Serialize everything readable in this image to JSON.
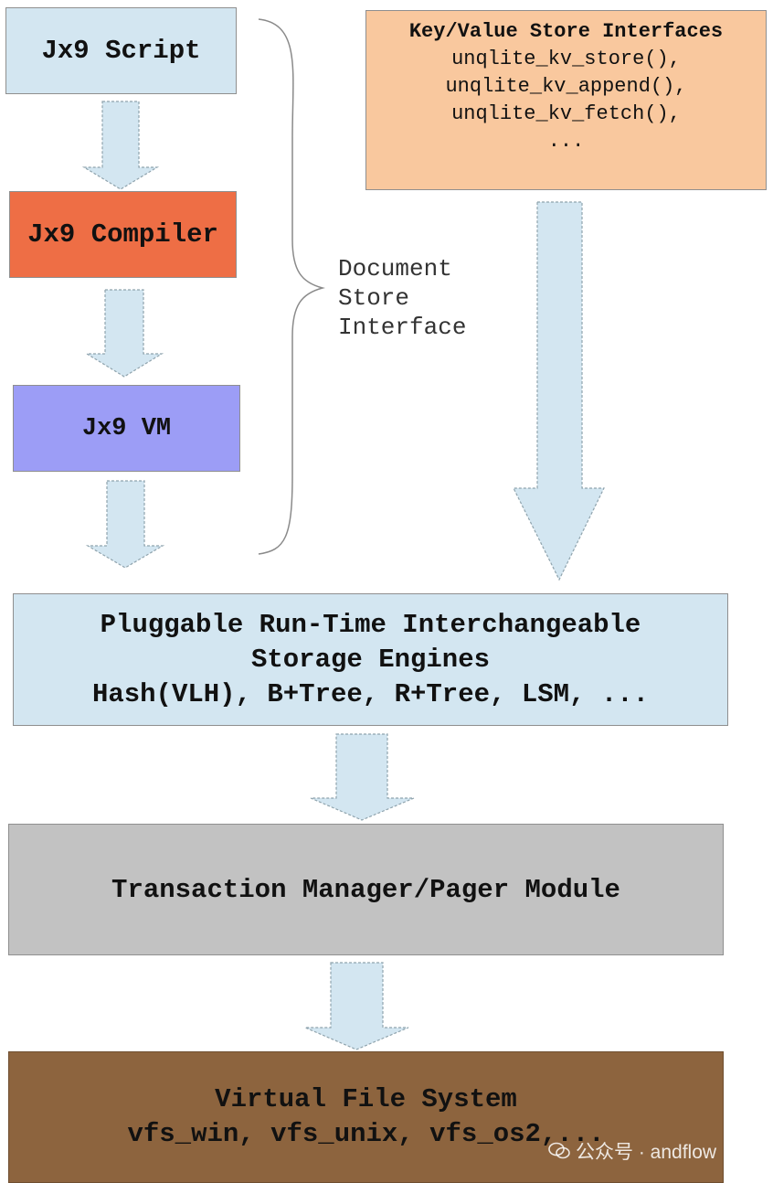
{
  "nodes": {
    "jx9_script": "Jx9 Script",
    "jx9_compiler": "Jx9 Compiler",
    "jx9_vm": "Jx9 VM",
    "document_store": [
      "Document",
      "Store",
      "Interface"
    ],
    "kv": {
      "title": "Key/Value Store Interfaces",
      "lines": [
        "unqlite_kv_store(),",
        "unqlite_kv_append(),",
        "unqlite_kv_fetch(),",
        "..."
      ]
    },
    "storage": [
      "Pluggable Run-Time Interchangeable",
      "Storage Engines",
      "Hash(VLH), B+Tree, R+Tree, LSM, ..."
    ],
    "transaction": "Transaction Manager/Pager Module",
    "vfs": [
      "Virtual File System",
      "vfs_win, vfs_unix, vfs_os2,..."
    ]
  },
  "watermark": "公众号 · andflow",
  "colors": {
    "light_blue": "#d3e6f1",
    "compiler_orange": "#ee6e45",
    "vm_purple": "#9c9df6",
    "kv_peach": "#f9c89e",
    "gray": "#c2c2c2",
    "vfs_brown": "#8d643e",
    "arrow_fill": "#d3e6f1",
    "arrow_stroke": "#8fa3ad"
  }
}
